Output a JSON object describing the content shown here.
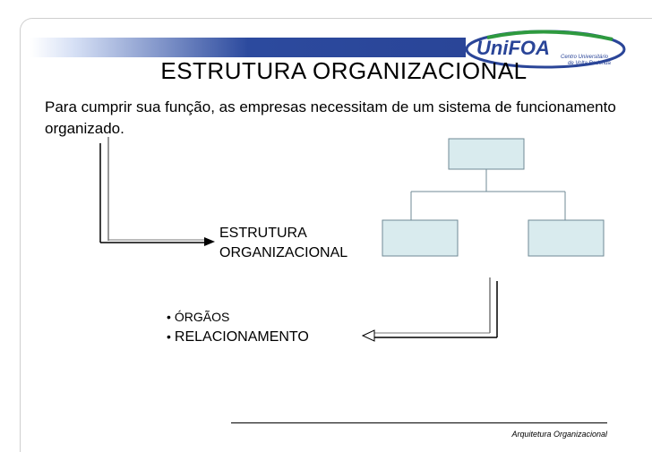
{
  "title": "ESTRUTURA  ORGANIZACIONAL",
  "intro": "Para cumprir sua função, as empresas necessitam de um sistema de funcionamento organizado.",
  "structure_label": {
    "line1": "ESTRUTURA",
    "line2": "ORGANIZACIONAL"
  },
  "bullets": [
    {
      "marker": "•",
      "text": "ÓRGÃOS"
    },
    {
      "marker": "•",
      "text": "RELACIONAMENTO"
    }
  ],
  "logo": {
    "name": "UniFOA",
    "subtitle_line1": "Centro Universitário",
    "subtitle_line2": "de Volta Redonda"
  },
  "footer": "Arquitetura Organizacional",
  "colors": {
    "org_box_fill": "#d9ebee",
    "org_box_border": "#6f8a95",
    "brand_blue": "#2a4598",
    "brand_green": "#2e9a3f"
  }
}
